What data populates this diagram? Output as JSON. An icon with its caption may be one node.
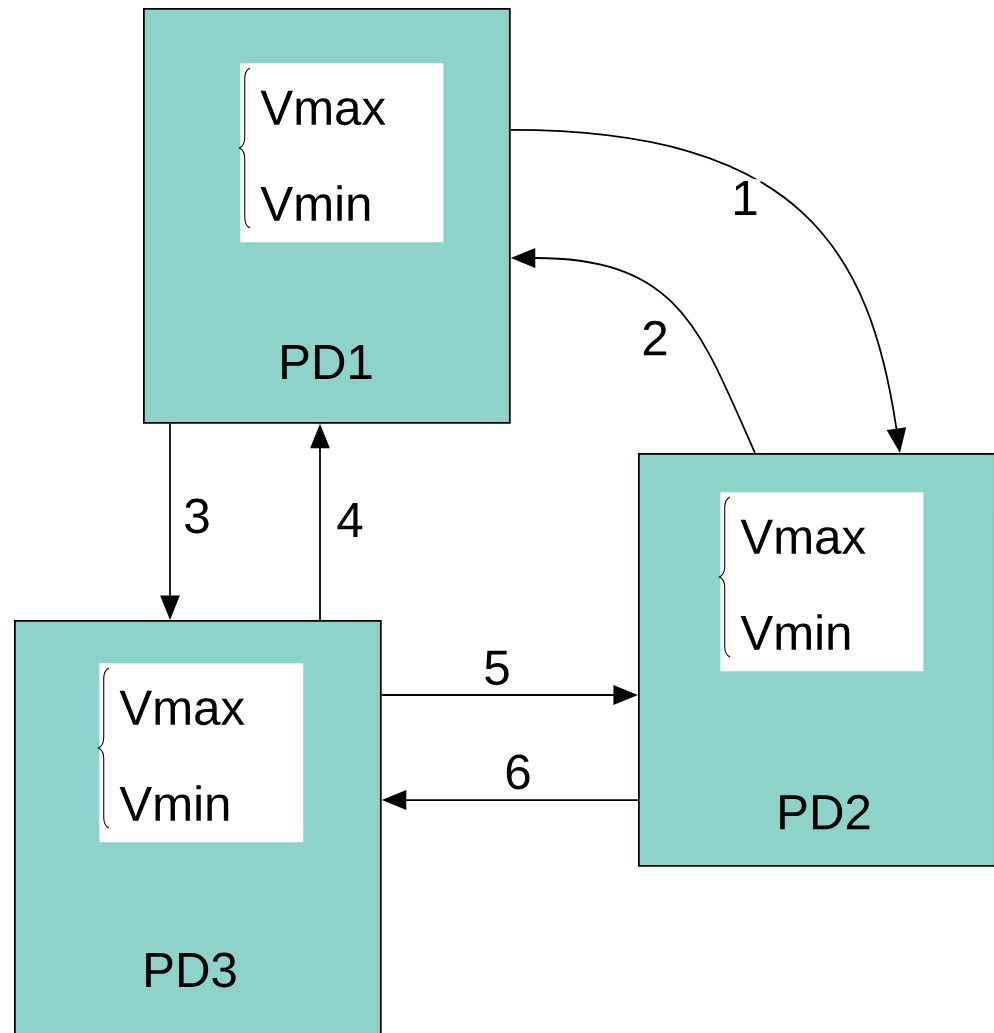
{
  "diagram": {
    "nodes": [
      {
        "text": [
          "PD1"
        ]
      },
      {
        "text": [
          "Vmax",
          "Vmin"
        ],
        "in": 0
      },
      {
        "text": [
          "PD2"
        ]
      },
      {
        "text": [
          "Vmax",
          "Vmin"
        ],
        "in": 2
      },
      {
        "text": [
          "PD3"
        ]
      },
      {
        "text": [
          "Vmax",
          "Vmin"
        ],
        "in": 4
      }
    ],
    "edges": [
      {
        "from": 0,
        "to": 2,
        "arrow": "to",
        "label": "1"
      },
      {
        "from": 2,
        "to": 0,
        "arrow": "to",
        "label": "2"
      },
      {
        "from": 0,
        "to": 4,
        "arrow": "to",
        "label": "3"
      },
      {
        "from": 4,
        "to": 0,
        "arrow": "to",
        "label": "4"
      },
      {
        "from": 4,
        "to": 2,
        "arrow": "to",
        "label": "5"
      },
      {
        "from": 2,
        "to": 4,
        "arrow": "to",
        "label": "6"
      }
    ]
  }
}
